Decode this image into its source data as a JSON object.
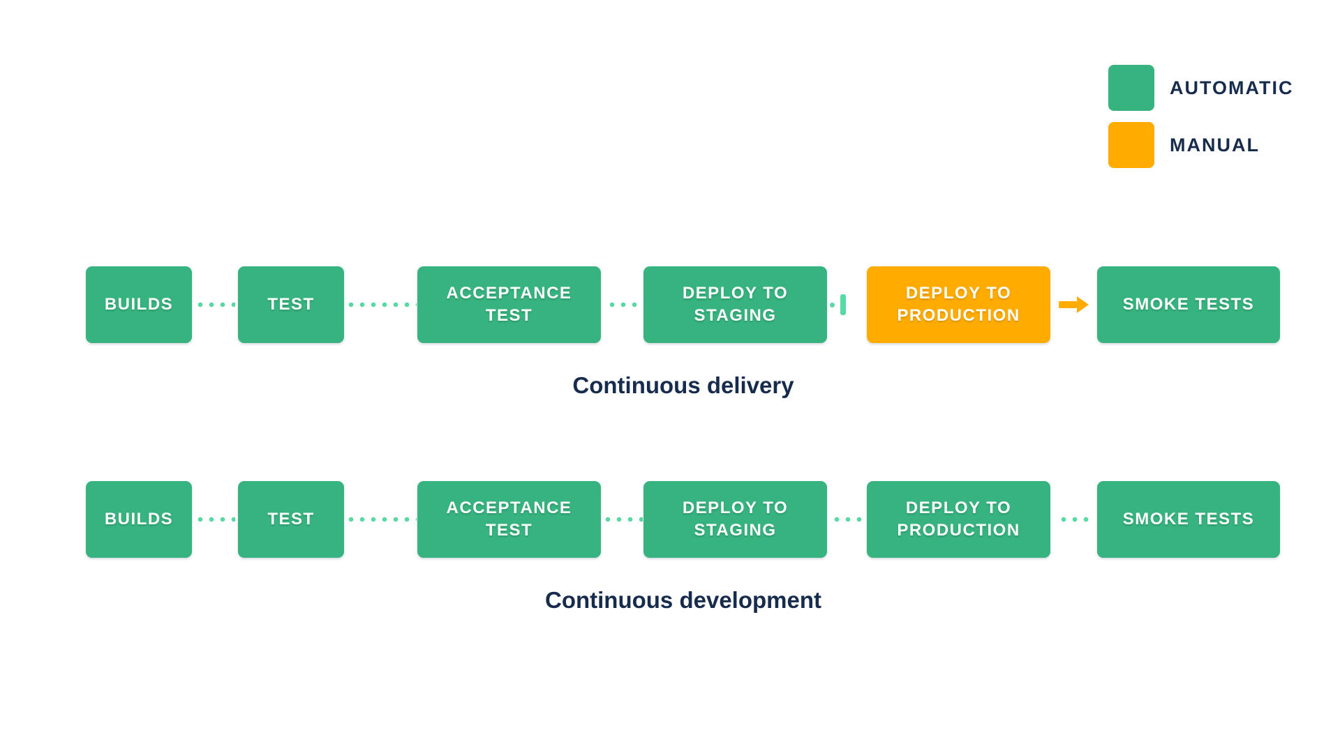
{
  "colors": {
    "automatic": "#36B37E",
    "manual": "#FFAB00",
    "connector": "#57D9A3",
    "heading_text": "#172B4D",
    "stage_text": "#FFFFFF",
    "background": "#FFFFFF"
  },
  "legend": {
    "items": [
      {
        "label": "AUTOMATIC",
        "type": "automatic",
        "color": "#36B37E"
      },
      {
        "label": "MANUAL",
        "type": "manual",
        "color": "#FFAB00"
      }
    ]
  },
  "pipelines": [
    {
      "caption": "Continuous delivery",
      "stages": [
        {
          "label": "BUILDS",
          "type": "automatic",
          "color": "#36B37E"
        },
        {
          "label": "TEST",
          "type": "automatic",
          "color": "#36B37E"
        },
        {
          "label": "ACCEPTANCE TEST",
          "type": "automatic",
          "color": "#36B37E"
        },
        {
          "label": "DEPLOY TO STAGING",
          "type": "automatic",
          "color": "#36B37E"
        },
        {
          "label": "DEPLOY TO PRODUCTION",
          "type": "manual",
          "color": "#FFAB00"
        },
        {
          "label": "SMOKE TESTS",
          "type": "automatic",
          "color": "#36B37E"
        }
      ],
      "connectors": [
        {
          "type": "dotted",
          "dot_count": 4
        },
        {
          "type": "dotted",
          "dot_count": 7
        },
        {
          "type": "dotted",
          "dot_count": 3
        },
        {
          "type": "manual-gate",
          "description": "dot and pause bar before manual step"
        },
        {
          "type": "manual-arrow",
          "description": "solid orange arrow after manual step"
        }
      ]
    },
    {
      "caption": "Continuous development",
      "stages": [
        {
          "label": "BUILDS",
          "type": "automatic",
          "color": "#36B37E"
        },
        {
          "label": "TEST",
          "type": "automatic",
          "color": "#36B37E"
        },
        {
          "label": "ACCEPTANCE TEST",
          "type": "automatic",
          "color": "#36B37E"
        },
        {
          "label": "DEPLOY TO STAGING",
          "type": "automatic",
          "color": "#36B37E"
        },
        {
          "label": "DEPLOY TO PRODUCTION",
          "type": "automatic",
          "color": "#36B37E"
        },
        {
          "label": "SMOKE TESTS",
          "type": "automatic",
          "color": "#36B37E"
        }
      ],
      "connectors": [
        {
          "type": "dotted",
          "dot_count": 4
        },
        {
          "type": "dotted",
          "dot_count": 7
        },
        {
          "type": "dotted",
          "dot_count": 4
        },
        {
          "type": "dotted",
          "dot_count": 3
        },
        {
          "type": "dotted",
          "dot_count": 3
        }
      ]
    }
  ]
}
